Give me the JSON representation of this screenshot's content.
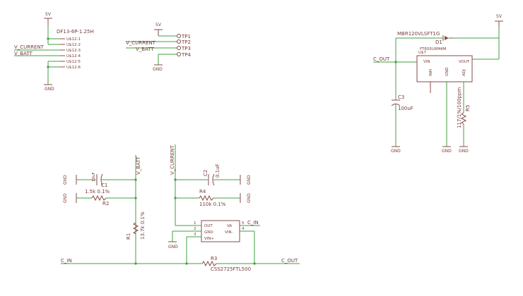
{
  "supply": "5V",
  "ground": "GND",
  "connector": {
    "part": "DF13-6P-1.25H",
    "pins": [
      "U$12-1",
      "U$12-2",
      "U$12-3",
      "U$12-4",
      "U$12-5",
      "U$12-6"
    ],
    "nets": [
      "V_CURRENT",
      "V_BATT"
    ]
  },
  "testpoints": {
    "pads": [
      "TP1",
      "TP2",
      "TP3",
      "TP4"
    ],
    "nets": [
      "V_CURRENT",
      "V_BATT"
    ]
  },
  "regulator": {
    "ref": "U$7",
    "part": "FT6S5U8M4M",
    "pins": {
      "vin": "VIN",
      "vout": "VOUT",
      "inh": "INH",
      "gnd": "GND",
      "adj": "ADJ"
    },
    "diode_part": "MBR120VLSFT1G",
    "diode_ref": "D1",
    "cap_ref": "C3",
    "cap_value": "100uF",
    "res_ref": "R5",
    "res_value": "117/1%/100ppm",
    "net_out": "C_OUT"
  },
  "divider": {
    "net": "V_BATT",
    "c1_ref": "C1",
    "c1_value": "10uF",
    "r2_ref": "R2",
    "r2_value": "1.5k 0.1%",
    "r1_ref": "R1",
    "r1_value": "13.7k 0.1%"
  },
  "amplifier": {
    "net": "V_CURRENT",
    "c2_ref": "C2",
    "c2_value": "0.1uF",
    "r4_ref": "R4",
    "r4_value": "110k 0.1%",
    "pin_out": "OUT",
    "pin_gnd": "GND",
    "pin_vinp": "VIN+",
    "pin_va": "VA",
    "pin_vinm": "VIN-",
    "pin_numbers": [
      "1",
      "2",
      "3",
      "4",
      "5"
    ],
    "net_in": "C_IN"
  },
  "shunt": {
    "ref": "R3",
    "part": "CSS2725FTL500",
    "net_in": "C_IN",
    "net_out": "C_OUT"
  }
}
